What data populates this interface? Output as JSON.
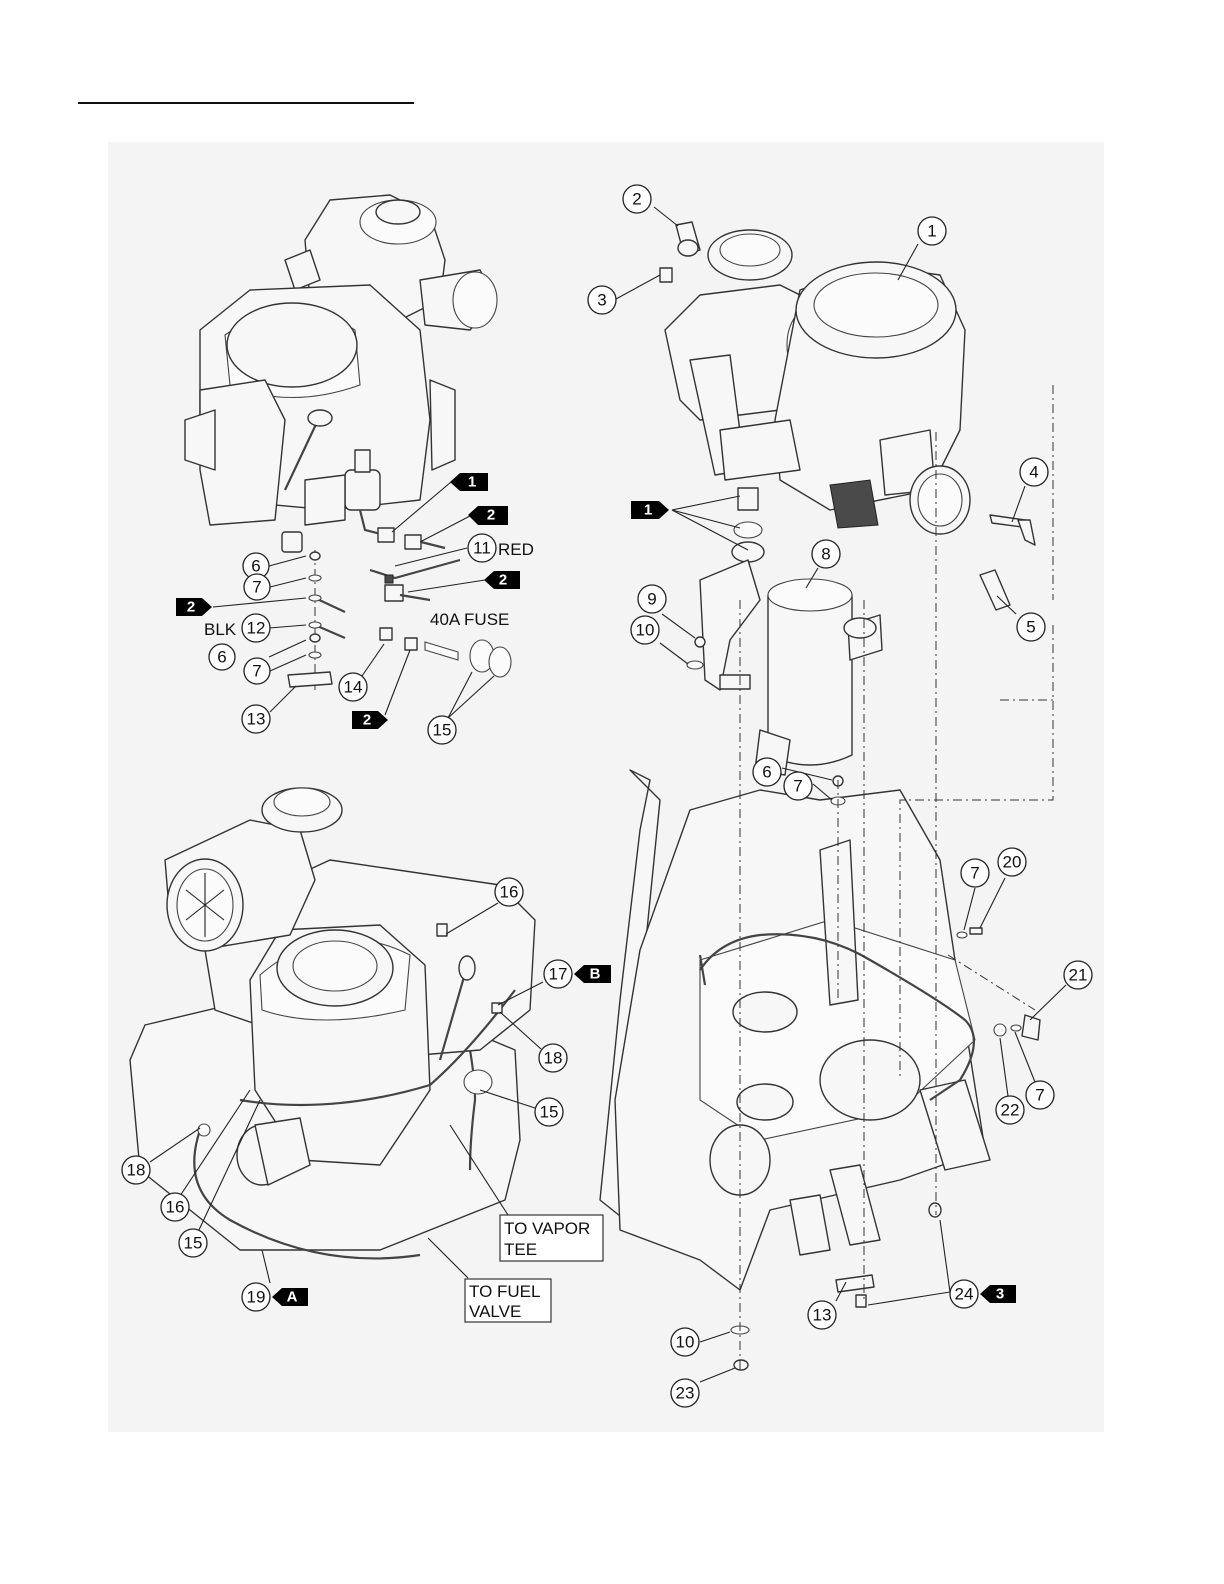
{
  "callouts": {
    "tl_6a": "6",
    "tl_7a": "7",
    "tl_11": "11",
    "tl_12": "12",
    "tl_6b": "6",
    "tl_7b": "7",
    "tl_13": "13",
    "tl_14": "14",
    "tl_15": "15",
    "r_1": "1",
    "r_2": "2",
    "r_3": "3",
    "r_4": "4",
    "r_5": "5",
    "r_8": "8",
    "r_9": "9",
    "r_10a": "10",
    "r_6": "6",
    "r_7a": "7",
    "r_7b": "7",
    "r_20": "20",
    "r_21": "21",
    "r_22": "22",
    "r_7c": "7",
    "r_24": "24",
    "r_13": "13",
    "r_10b": "10",
    "r_23": "23",
    "bl_16a": "16",
    "bl_17": "17",
    "bl_18a": "18",
    "bl_15a": "15",
    "bl_18b": "18",
    "bl_16b": "16",
    "bl_15b": "15",
    "bl_19": "19"
  },
  "tags": {
    "tl_1": "1",
    "tl_2a": "2",
    "tl_2b": "2",
    "tl_2c": "2",
    "tl_2d": "2",
    "r_1": "1",
    "r_3": "3",
    "bl_a": "A",
    "bl_b": "B"
  },
  "labels": {
    "red": "RED",
    "blk": "BLK",
    "fuse": "40A FUSE",
    "vapor_line1": "TO VAPOR",
    "vapor_line2": "TEE",
    "fuel_line1": "TO FUEL",
    "fuel_line2": "VALVE"
  }
}
